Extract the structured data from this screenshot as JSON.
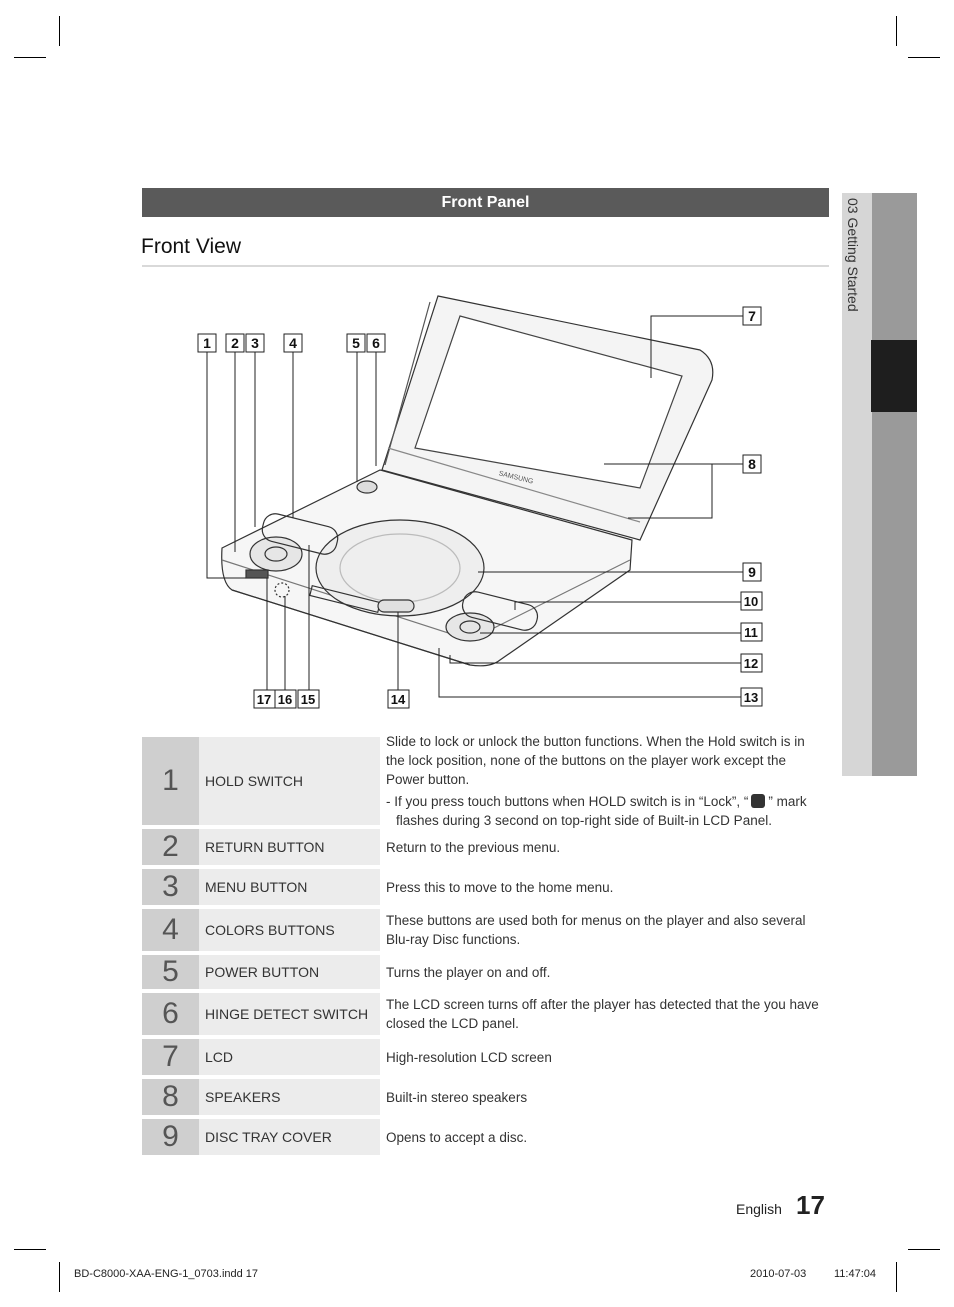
{
  "section_title": "Front Panel",
  "subtitle": "Front View",
  "side_tab_label": "03  Getting Started",
  "callouts": [
    "1",
    "2",
    "3",
    "4",
    "5",
    "6",
    "7",
    "8",
    "9",
    "10",
    "11",
    "12",
    "13",
    "14",
    "15",
    "16",
    "17"
  ],
  "device_brand": "SAMSUNG",
  "table": [
    {
      "num": "1",
      "name": "HOLD SWITCH",
      "desc": "Slide to lock or unlock the button functions. When the Hold switch is in the lock position, none of the buttons on the player work except the Power button.",
      "note_pre": "- If you press touch buttons when HOLD switch is in “Lock”, “",
      "note_post": "” mark flashes during 3 second on top-right side of Built-in LCD Panel."
    },
    {
      "num": "2",
      "name": "RETURN BUTTON",
      "desc": "Return to the previous menu."
    },
    {
      "num": "3",
      "name": "MENU BUTTON",
      "desc": "Press this to move to the home menu."
    },
    {
      "num": "4",
      "name": "COLORS BUTTONS",
      "desc": "These buttons are used both for menus on the player and also several Blu-ray Disc functions."
    },
    {
      "num": "5",
      "name": "POWER BUTTON",
      "desc": "Turns the player on and off."
    },
    {
      "num": "6",
      "name": "HINGE DETECT SWITCH",
      "desc": "The LCD screen turns off after the player has detected that the you have closed the LCD panel."
    },
    {
      "num": "7",
      "name": "LCD",
      "desc": "High-resolution LCD screen"
    },
    {
      "num": "8",
      "name": "SPEAKERS",
      "desc": "Built-in stereo speakers"
    },
    {
      "num": "9",
      "name": "DISC TRAY COVER",
      "desc": "Opens to accept a disc."
    }
  ],
  "footer": {
    "language": "English",
    "page": "17",
    "file": "BD-C8000-XAA-ENG-1_0703.indd   17",
    "date": "2010-07-03",
    "time": "11:47:04"
  }
}
